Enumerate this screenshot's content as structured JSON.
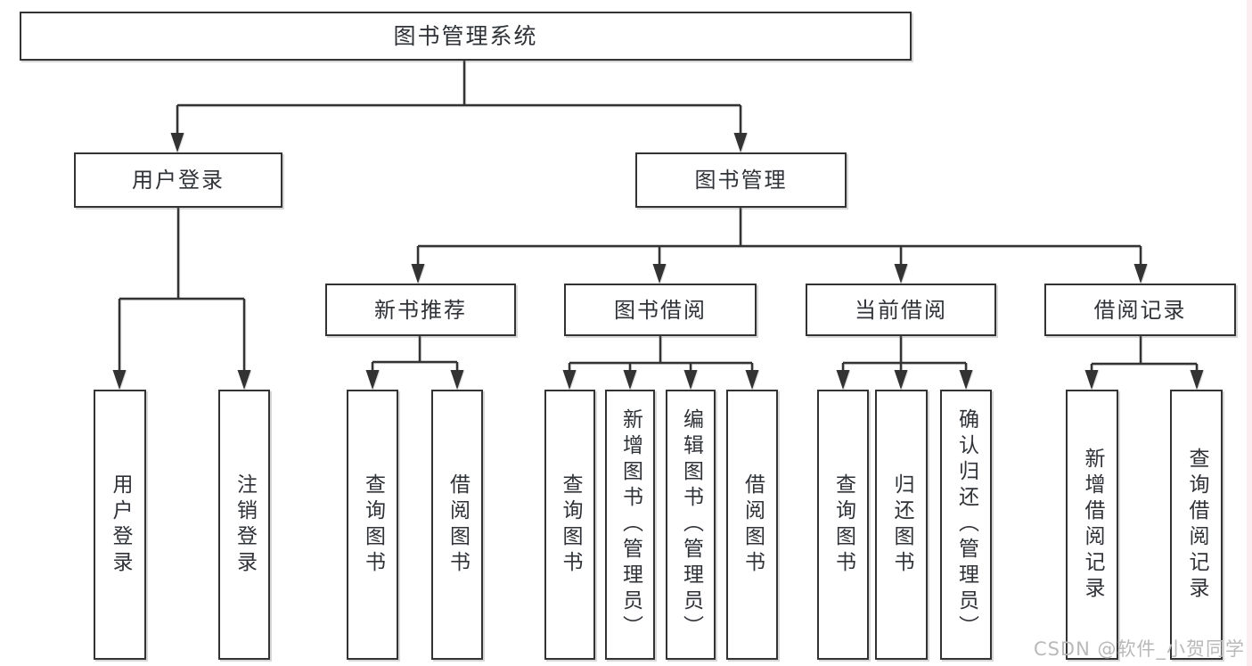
{
  "diagram": {
    "tree": {
      "label": "图书管理系统",
      "children": [
        {
          "label": "用户登录",
          "children": [
            {
              "label": "用户登录"
            },
            {
              "label": "注销登录"
            }
          ]
        },
        {
          "label": "图书管理",
          "children": [
            {
              "label": "新书推荐",
              "children": [
                {
                  "label": "查询图书"
                },
                {
                  "label": "借阅图书"
                }
              ]
            },
            {
              "label": "图书借阅",
              "children": [
                {
                  "label": "查询图书"
                },
                {
                  "label": "新增图书（管理员）"
                },
                {
                  "label": "编辑图书（管理员）"
                },
                {
                  "label": "借阅图书"
                }
              ]
            },
            {
              "label": "当前借阅",
              "children": [
                {
                  "label": "查询图书"
                },
                {
                  "label": "归还图书"
                },
                {
                  "label": "确认归还（管理员）"
                }
              ]
            },
            {
              "label": "借阅记录",
              "children": [
                {
                  "label": "新增借阅记录"
                },
                {
                  "label": "查询借阅记录"
                }
              ]
            }
          ]
        }
      ]
    },
    "colors": {
      "line": "#333333",
      "box_border": "#333333",
      "text": "#2f3237",
      "background": "#ffffff",
      "watermark": "#b9b9b9"
    }
  },
  "watermark": {
    "text": "CSDN @软件_小贺同学"
  }
}
